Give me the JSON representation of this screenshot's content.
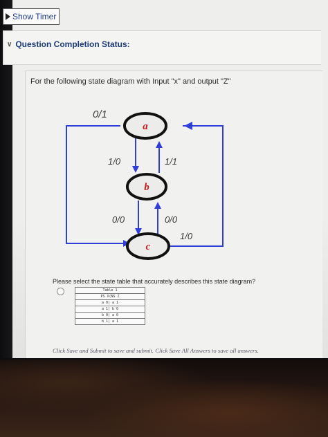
{
  "timer": {
    "label": "Show Timer"
  },
  "status": {
    "title": "Question Completion Status:"
  },
  "question": {
    "text": "For the following state diagram with Input \"x\" and output \"Z\""
  },
  "diagram": {
    "states": [
      "a",
      "b",
      "c"
    ],
    "labels": [
      "0/1",
      "1/0",
      "1/1",
      "0/0",
      "0/0",
      "1/0"
    ],
    "colors": {
      "edges": "#2f3fd8",
      "states": "#d11a1a",
      "labels": "#3a3a3a"
    }
  },
  "answer": {
    "prompt": "Please select the state table that accurately describes this state diagram?",
    "table": {
      "rows": [
        "Table 1",
        "PS X(NS Z",
        "a 0| a 1",
        "a 1| b 0",
        "b 0| a 0",
        "b 1| a 1"
      ]
    }
  },
  "footer": {
    "text": "Click Save and Submit to save and submit. Click Save All Answers to save all answers."
  }
}
